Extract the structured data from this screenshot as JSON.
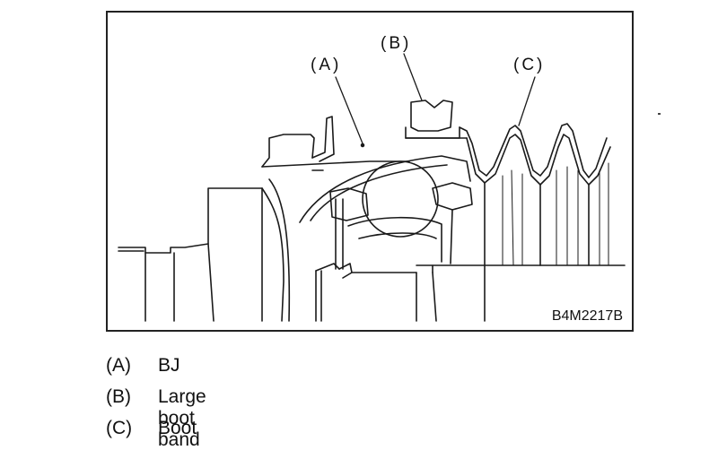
{
  "figure": {
    "code": "B4M2217B",
    "callouts": [
      {
        "key": "(A)"
      },
      {
        "key": "(B)"
      },
      {
        "key": "(C)"
      }
    ]
  },
  "legend": [
    {
      "key": "(A)",
      "text": "BJ"
    },
    {
      "key": "(B)",
      "text": "Large boot band"
    },
    {
      "key": "(C)",
      "text": "Boot"
    }
  ]
}
